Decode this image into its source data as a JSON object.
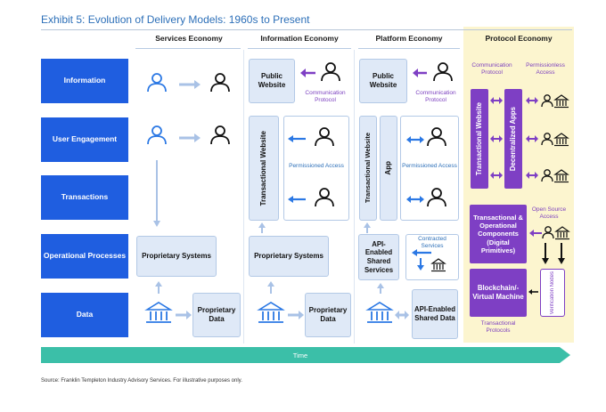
{
  "title": "Exhibit 5: Evolution of Delivery Models: 1960s to Present",
  "columns": [
    "Services Economy",
    "Information Economy",
    "Platform Economy",
    "Protocol Economy"
  ],
  "rows": [
    "Information",
    "User Engagement",
    "Transactions",
    "Operational Processes",
    "Data"
  ],
  "services": {
    "proprietary_systems": "Proprietary Systems",
    "proprietary_data": "Proprietary Data"
  },
  "information": {
    "public_website": "Public Website",
    "communication_protocol": "Communication Protocol",
    "transactional_website": "Transactional Website",
    "permissioned_access": "Permissioned Access",
    "proprietary_systems": "Proprietary Systems",
    "proprietary_data": "Proprietary Data"
  },
  "platform": {
    "public_website": "Public Website",
    "communication_protocol": "Communication Protocol",
    "transactional_website": "Transactional Website",
    "app": "App",
    "permissioned_access": "Permissioned Access",
    "api_shared_services": "API-Enabled Shared Services",
    "contracted_services": "Contracted Services",
    "api_shared_data": "API-Enabled Shared Data"
  },
  "protocol": {
    "communication_protocol": "Communication Protocol",
    "permissionless_access": "Permissionless Access",
    "transactional_website": "Transactional Website",
    "decentralized_apps": "Decentralized Apps",
    "open_source_access": "Open Source Access",
    "components": "Transactional & Operational Components (Digital Primitives)",
    "blockchain": "Blockchain/-Virtual Machine",
    "verification_nodes": "Verification Nodes",
    "transactional_protocols": "Transactional Protocols"
  },
  "time_label": "Time",
  "source": "Source: Franklin Templeton Industry Advisory Services. For illustrative purposes only.",
  "colors": {
    "row_blue": "#1f5ee0",
    "purple": "#7e3fc4",
    "time_teal": "#3bbfa8",
    "protocol_bg": "#fdf6d2"
  }
}
